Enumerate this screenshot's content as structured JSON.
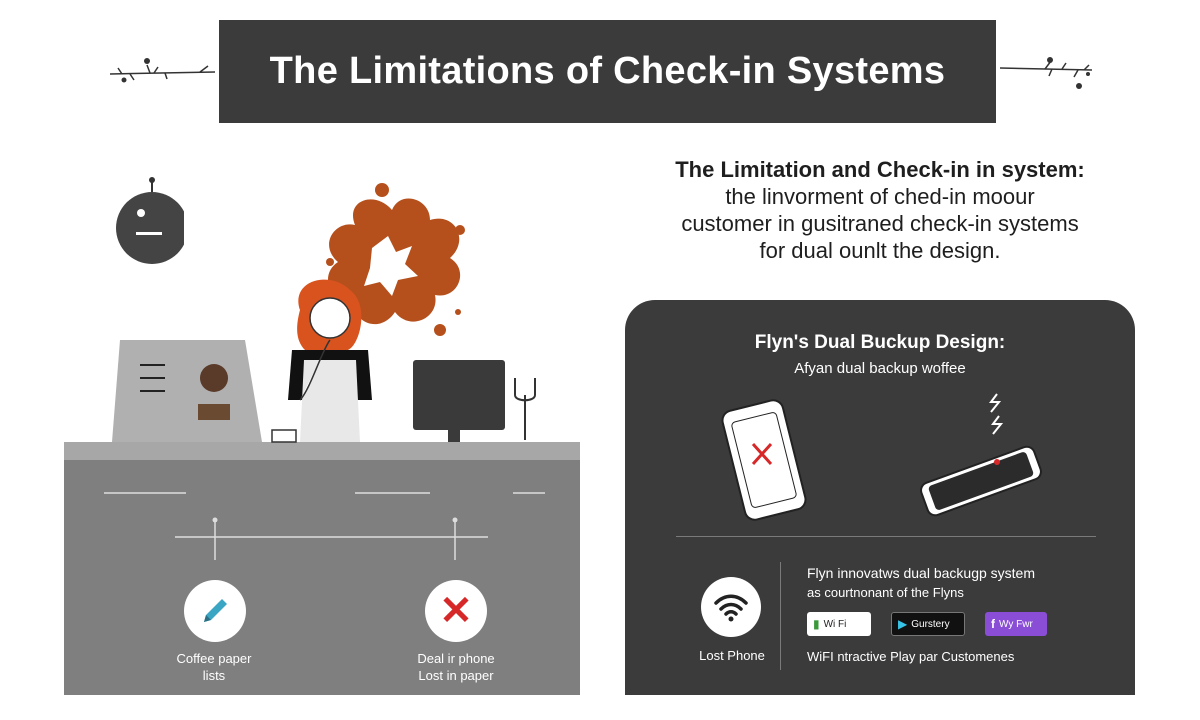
{
  "title": "The Limitations of Check-in Systems",
  "intro": {
    "line1": "The Limitation and Check-in in system:",
    "line2": "the linvorment of ched-in moour",
    "line3": "customer in gusitraned check-in systems",
    "line4": "for dual ounlt the design."
  },
  "scene": {
    "caption1_line1": "Coffee paper",
    "caption1_line2": "lists",
    "caption2_line1": "Deal ir phone",
    "caption2_line2": "Lost in paper",
    "pen_icon": "pencil-icon",
    "x_icon": "cross-icon",
    "x_symbol": "✕"
  },
  "panel": {
    "title": "Flyn's Dual Buckup Design:",
    "subtitle": "Afyan dual backup woffee",
    "lost_phone": "Lost Phone",
    "info_line1": "Flyn innovatws dual backugp system",
    "info_line2": "as courtnonant of the Flyns",
    "store_wifi": "Wi Fi",
    "store_play": "Gurstery",
    "store_fb": "Wy Fwr",
    "footer": "WiFI ntractive Play par Customenes"
  },
  "colors": {
    "dark": "#3b3b3b",
    "counter": "#7f7f7f",
    "splash": "#b5501c",
    "hair": "#d9531e",
    "red_x": "#d62828",
    "purple": "#8a4ed6"
  }
}
